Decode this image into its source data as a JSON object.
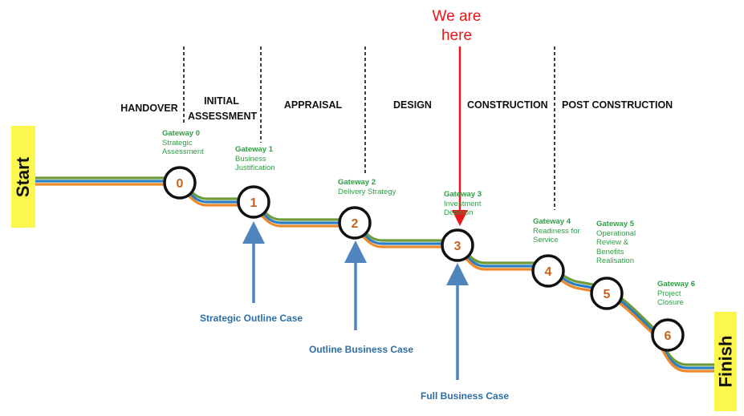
{
  "start_label": "Start",
  "finish_label": "Finish",
  "marker": {
    "line1": "We are",
    "line2": "here"
  },
  "phases": [
    {
      "line1": "HANDOVER",
      "line2": ""
    },
    {
      "line1": "INITIAL",
      "line2": "ASSESSMENT"
    },
    {
      "line1": "APPRAISAL",
      "line2": ""
    },
    {
      "line1": "DESIGN",
      "line2": ""
    },
    {
      "line1": "CONSTRUCTION",
      "line2": ""
    },
    {
      "line1": "POST CONSTRUCTION",
      "line2": ""
    }
  ],
  "gateways": [
    {
      "number": "0",
      "title": "Gateway 0",
      "line1": "Strategic",
      "line2": "Assessment",
      "line3": ""
    },
    {
      "number": "1",
      "title": "Gateway 1",
      "line1": "Business",
      "line2": "Justification",
      "line3": ""
    },
    {
      "number": "2",
      "title": "Gateway 2",
      "line1": "Delivery Strategy",
      "line2": "",
      "line3": ""
    },
    {
      "number": "3",
      "title": "Gateway 3",
      "line1": "Investment",
      "line2": "Decision",
      "line3": ""
    },
    {
      "number": "4",
      "title": "Gateway 4",
      "line1": "Readiness for",
      "line2": "Service",
      "line3": ""
    },
    {
      "number": "5",
      "title": "Gateway 5",
      "line1": "Operational",
      "line2": "Review &",
      "line3": "Benefits",
      "line4": "Realisation"
    },
    {
      "number": "6",
      "title": "Gateway 6",
      "line1": "Project",
      "line2": "Closure",
      "line3": ""
    }
  ],
  "cases": {
    "strategic": "Strategic Outline Case",
    "outline": "Outline Business Case",
    "full": "Full Business Case"
  },
  "colors": {
    "track_green": "#6e9b3b",
    "track_blue": "#2a7fc4",
    "track_orange": "#ec8a2b",
    "gateway_text": "#2e9e44",
    "case_text": "#2e6ea3",
    "case_arrow": "#4f84bd",
    "marker_red": "#e8171b",
    "node_number": "#c7641d",
    "endcap": "#fbf74e"
  }
}
